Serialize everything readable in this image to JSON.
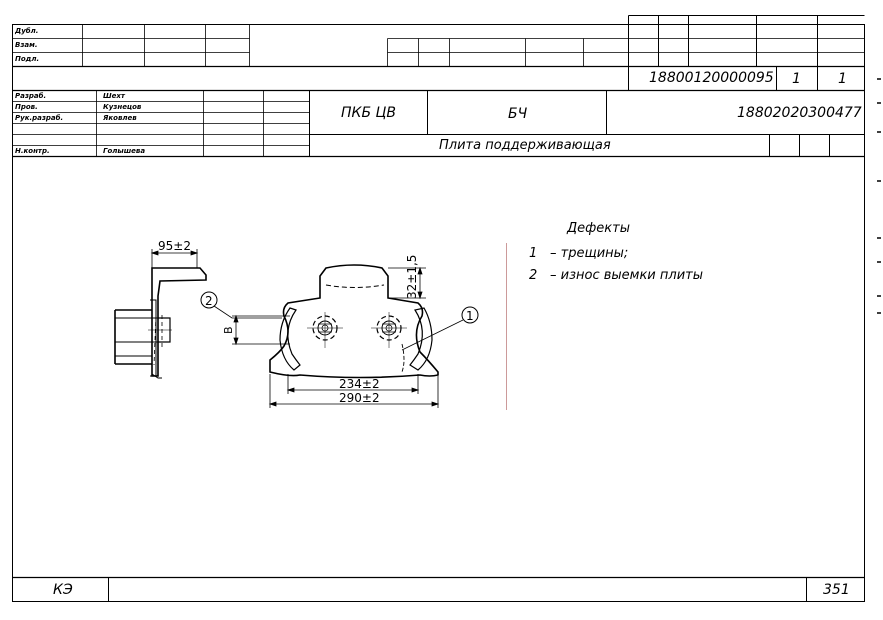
{
  "top_block": {
    "rows": [
      "Дубл.",
      "Взам.",
      "Подл."
    ],
    "doc_number": "18800120000095",
    "sheet": "1",
    "sheets": "1"
  },
  "title_block": {
    "roles": [
      {
        "role": "Разраб.",
        "name": "Шехт"
      },
      {
        "role": "Пров.",
        "name": "Кузнецов"
      },
      {
        "role": "Рук.разраб.",
        "name": "Яковлев"
      },
      {
        "role": "",
        "name": ""
      },
      {
        "role": "Н.контр.",
        "name": "Голышева"
      }
    ],
    "organization": "ПКБ ЦВ",
    "unit": "БЧ",
    "designation": "18802020300477",
    "part_name": "Плита поддерживающая"
  },
  "defects": {
    "title": "Дефекты",
    "items": [
      {
        "num": "1",
        "text": "–  трещины;"
      },
      {
        "num": "2",
        "text": "–  износ выемки плиты"
      }
    ]
  },
  "drawing": {
    "dims": {
      "top_width": "95±2",
      "height": "32±1,5",
      "inner_width": "234±2",
      "outer_width": "290±2",
      "b_label": "В"
    },
    "callouts": [
      "1",
      "2"
    ]
  },
  "footer": {
    "left": "КЭ",
    "page": "351"
  }
}
